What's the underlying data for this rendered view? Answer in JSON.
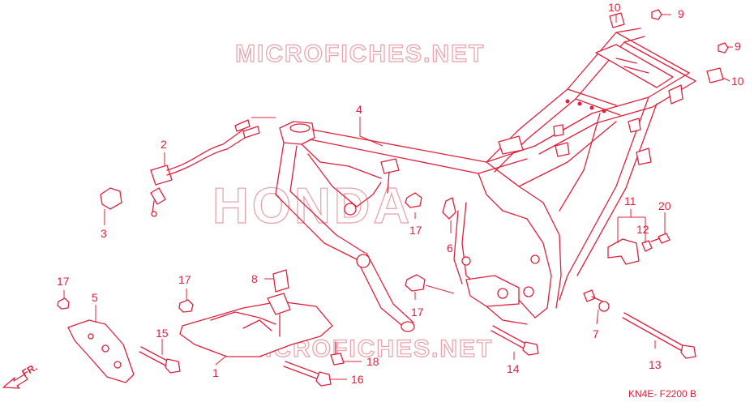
{
  "watermarks": {
    "top": "MICROFICHES.NET",
    "center": "HONDA",
    "bottom": "MICROFICHES.NET"
  },
  "direction_arrow": {
    "label": "FR."
  },
  "diagram_code": "KN4E- F2200 B",
  "callouts": {
    "c1": "1",
    "c2": "2",
    "c3": "3",
    "c4": "4",
    "c5": "5",
    "c6": "6",
    "c7": "7",
    "c8": "8",
    "c9a": "9",
    "c9b": "9",
    "c10a": "10",
    "c10b": "10",
    "c11": "11",
    "c12": "12",
    "c13": "13",
    "c14": "14",
    "c15": "15",
    "c16": "16",
    "c17a": "17",
    "c17b": "17",
    "c17c": "17",
    "c17d": "17",
    "c18": "18",
    "c20": "20"
  },
  "colors": {
    "line": "#e0203a",
    "watermark": "#e8a0a8",
    "background": "#ffffff"
  }
}
